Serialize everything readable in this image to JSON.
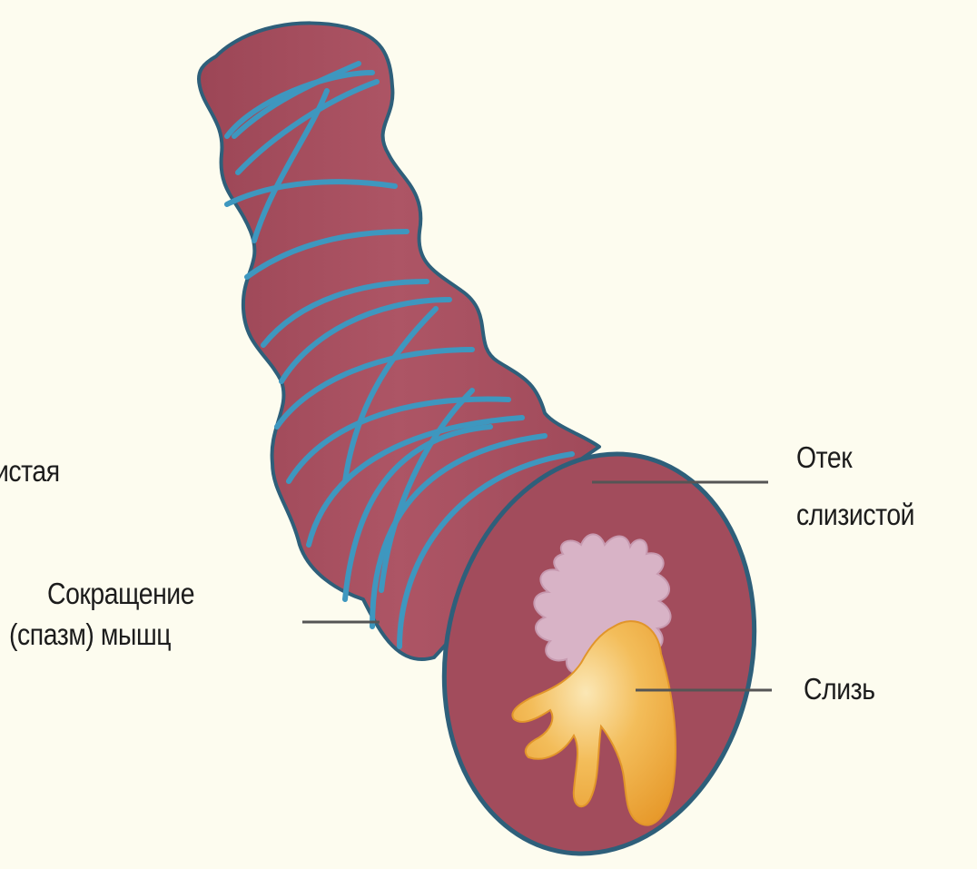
{
  "labels": {
    "partial_left": "истая",
    "muscle_line1": "Сокращение",
    "muscle_line2": "(спазм) мышц",
    "edema_line1": "Отек",
    "edema_line2": "слизистой",
    "mucus": "Слизь"
  },
  "colors": {
    "background": "#fdfcef",
    "bronchus_wall": "#a9505f",
    "wall_outline": "#2e5f7a",
    "muscle_band": "#3e97bf",
    "lumen_pink": "#d8b3c6",
    "mucus": "#efa83a",
    "leader_line": "#555555"
  }
}
